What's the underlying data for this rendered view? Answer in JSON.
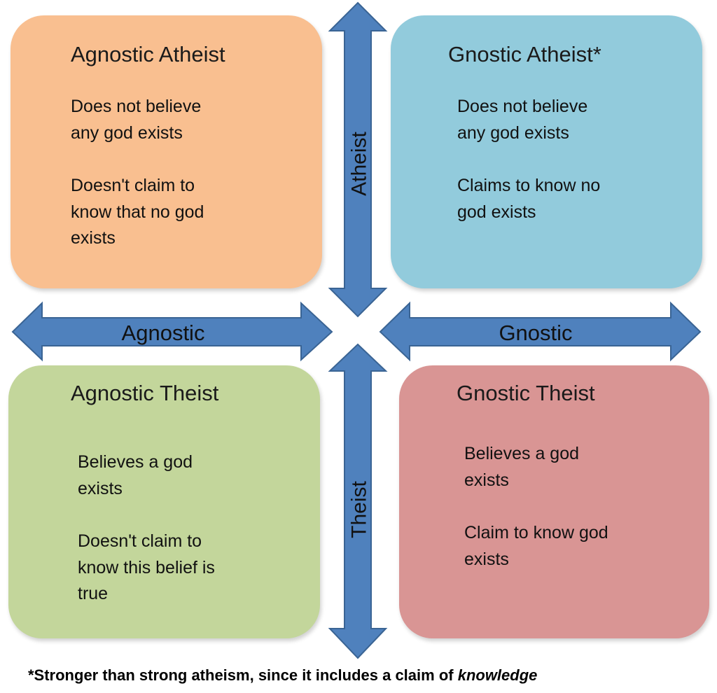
{
  "quadrants": {
    "agnostic_atheist": {
      "title": "Agnostic Atheist",
      "lines1": [
        "Does not believe",
        "any god exists"
      ],
      "lines2": [
        "Doesn't claim to",
        "know that no god",
        "exists"
      ],
      "color": "#f9bf90"
    },
    "gnostic_atheist": {
      "title": "Gnostic Atheist*",
      "lines1": [
        "Does not believe",
        "any god exists"
      ],
      "lines2": [
        "Claims to know no",
        "god exists"
      ],
      "color": "#92cbdc"
    },
    "agnostic_theist": {
      "title": "Agnostic Theist",
      "lines1": [
        "Believes a god",
        "exists"
      ],
      "lines2": [
        "Doesn't claim to",
        "know this belief is",
        "true"
      ],
      "color": "#c3d69b"
    },
    "gnostic_theist": {
      "title": "Gnostic Theist",
      "lines1": [
        "Believes a god",
        "exists"
      ],
      "lines2": [
        "Claim to know god",
        "exists"
      ],
      "color": "#d99594"
    }
  },
  "axes": {
    "atheist": "Atheist",
    "theist": "Theist",
    "agnostic": "Agnostic",
    "gnostic": "Gnostic",
    "arrow_color": "#4f81bd",
    "arrow_stroke": "#3a6494"
  },
  "footnote": {
    "prefix": "*Stronger than strong atheism, since it includes a claim of ",
    "emphasis": "knowledge"
  }
}
